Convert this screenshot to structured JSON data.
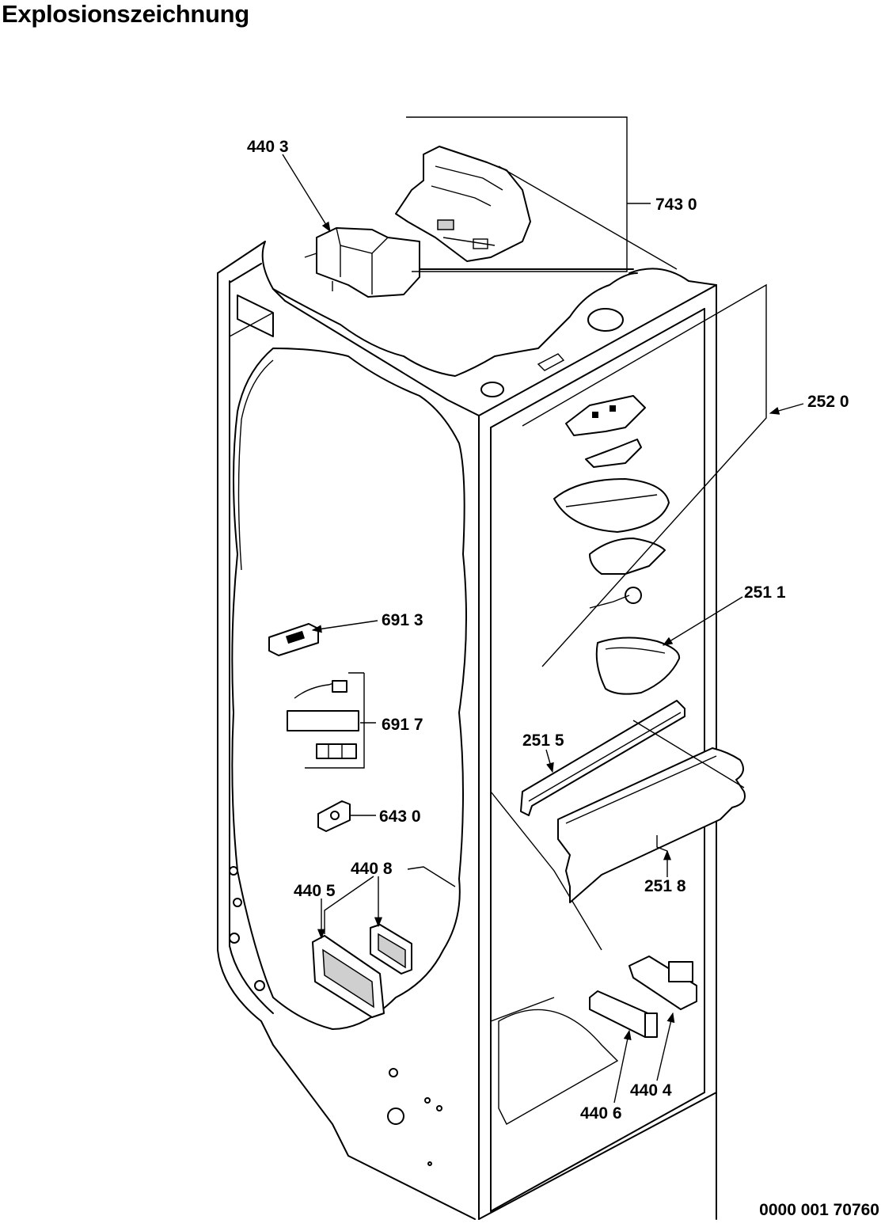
{
  "title": "Explosionszeichnung",
  "document_number": "0000 001 70760",
  "callouts": [
    {
      "id": "c1",
      "label": "440 3"
    },
    {
      "id": "c2",
      "label": "743 0"
    },
    {
      "id": "c3",
      "label": "252 0"
    },
    {
      "id": "c4",
      "label": "251 1"
    },
    {
      "id": "c5",
      "label": "691 3"
    },
    {
      "id": "c6",
      "label": "691 7"
    },
    {
      "id": "c7",
      "label": "251 5"
    },
    {
      "id": "c8",
      "label": "643 0"
    },
    {
      "id": "c9",
      "label": "440 8"
    },
    {
      "id": "c10",
      "label": "440 5"
    },
    {
      "id": "c11",
      "label": "251 8"
    },
    {
      "id": "c12",
      "label": "440 4"
    },
    {
      "id": "c13",
      "label": "440 6"
    }
  ]
}
